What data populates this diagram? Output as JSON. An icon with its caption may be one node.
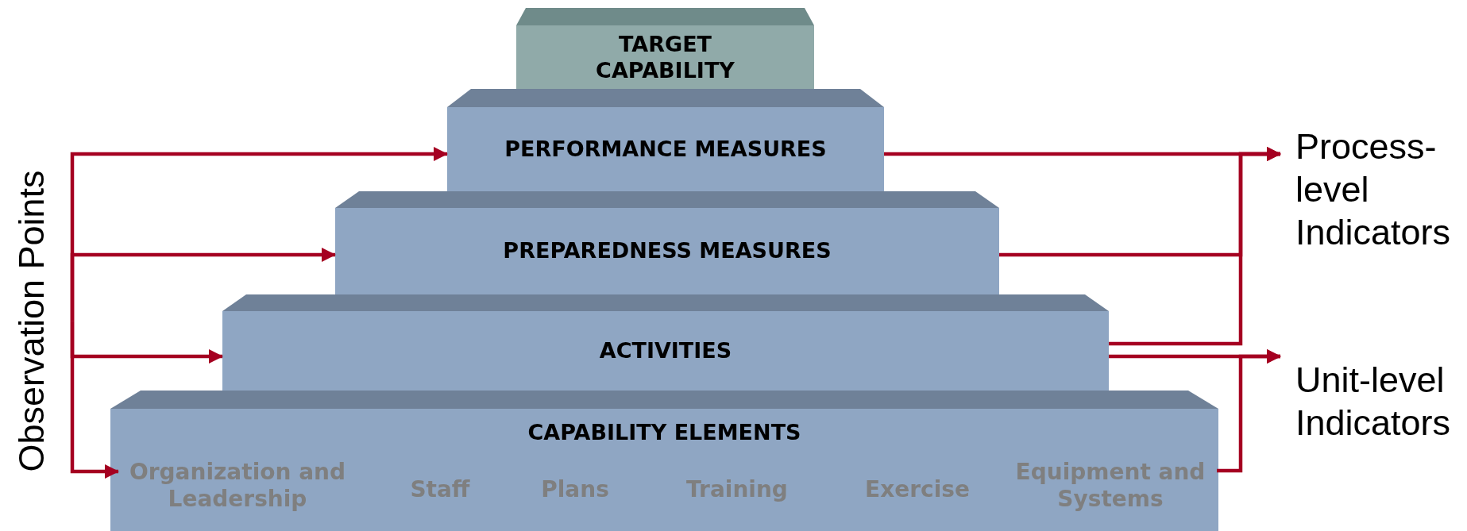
{
  "diagram": {
    "nodes": [
      {
        "text": [
          "Observation Points"
        ]
      },
      {
        "text": [
          "TARGET CAPABILITY"
        ]
      },
      {
        "text": [
          "PERFORMANCE MEASURES"
        ]
      },
      {
        "text": [
          "PREPAREDNESS MEASURES"
        ]
      },
      {
        "text": [
          "ACTIVITIES"
        ]
      },
      {
        "text": [
          "CAPABILITY ELEMENTS"
        ]
      },
      {
        "text": [
          "Organization and Leadership"
        ],
        "in": 5
      },
      {
        "text": [
          "Staff"
        ],
        "in": 5
      },
      {
        "text": [
          "Plans"
        ],
        "in": 5
      },
      {
        "text": [
          "Training"
        ],
        "in": 5
      },
      {
        "text": [
          "Exercise"
        ],
        "in": 5
      },
      {
        "text": [
          "Equipment and Systems"
        ],
        "in": 5
      },
      {
        "text": [
          "Process-level Indicators"
        ]
      },
      {
        "text": [
          "Unit-level Indicators"
        ]
      }
    ],
    "edges": [
      {
        "from": 0,
        "to": 2,
        "arrow": "to"
      },
      {
        "from": 0,
        "to": 3,
        "arrow": "to"
      },
      {
        "from": 0,
        "to": 4,
        "arrow": "to"
      },
      {
        "from": 0,
        "to": 6,
        "arrow": "to"
      },
      {
        "from": 2,
        "to": 12,
        "arrow": "to"
      },
      {
        "from": 3,
        "to": 12,
        "arrow": "to"
      },
      {
        "from": 4,
        "to": 12,
        "arrow": "to"
      },
      {
        "from": 4,
        "to": 13,
        "arrow": "to"
      },
      {
        "from": 11,
        "to": 13,
        "arrow": "to"
      }
    ]
  }
}
